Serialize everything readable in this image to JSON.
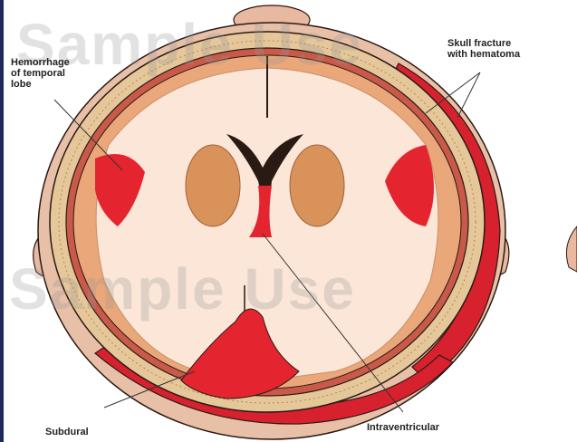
{
  "colors": {
    "skull": "#e6c79a",
    "scalp": "#c8374a",
    "cortex": "#e9a77a",
    "white_matter": "#fbe6d8",
    "hemorrhage": "#e4252f",
    "outline": "#2a1a14"
  },
  "labels": {
    "temporal_hemorrhage": "Hemorrhage\nof temporal\nlobe",
    "skull_fracture": "Skull fracture\nwith hematoma",
    "subdural": "Subdural",
    "intraventricular": "Intraventricular"
  },
  "watermarks": [
    "Sample Use",
    "Sample Use"
  ]
}
